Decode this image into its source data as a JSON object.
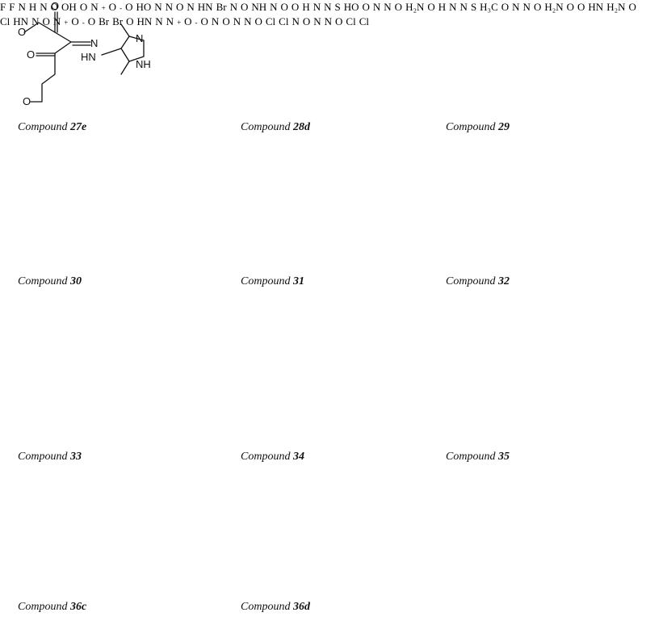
{
  "captions": [
    {
      "prefix": "Compound",
      "id": "27e"
    },
    {
      "prefix": "Compound",
      "id": "28d"
    },
    {
      "prefix": "Compound",
      "id": "29"
    },
    {
      "prefix": "Compound",
      "id": "30"
    },
    {
      "prefix": "Compound",
      "id": "31"
    },
    {
      "prefix": "Compound",
      "id": "32"
    },
    {
      "prefix": "Compound",
      "id": "33"
    },
    {
      "prefix": "Compound",
      "id": "34"
    },
    {
      "prefix": "Compound",
      "id": "35"
    },
    {
      "prefix": "Compound",
      "id": "36c"
    },
    {
      "prefix": "Compound",
      "id": "36d"
    }
  ],
  "atom_labels": {
    "c27e": {
      "o1": "O",
      "o2": "O",
      "o3": "O",
      "o4": "O",
      "n1": "N",
      "hn": "HN",
      "n2": "N",
      "nh": "NH"
    },
    "c28d": {
      "f1": "F",
      "f2": "F",
      "nh": "N",
      "h": "H",
      "n": "N",
      "o_amide": "O",
      "oh": "OH",
      "o_furan": "O",
      "n_nitro": "N",
      "o_nitro1": "O",
      "o_nitro2": "O"
    },
    "c29": {
      "ho": "HO",
      "n1": "N",
      "n2": "N",
      "o": "O",
      "n3": "N",
      "hn": "HN",
      "br": "Br"
    },
    "c30": {
      "n_py": "N",
      "o_amide": "O",
      "nh": "NH",
      "n": "N",
      "o1": "O",
      "o2": "O"
    },
    "c31": {
      "h": "H",
      "n1": "N",
      "n2": "N",
      "s": "S",
      "ho": "HO",
      "o1": "O",
      "n3": "N",
      "n4": "N",
      "o_ketone": "O",
      "h2n": "H₂N",
      "o_ring": "O"
    },
    "c32": {
      "h": "H",
      "n1": "N",
      "n2": "N",
      "s": "S",
      "h3c": "H₃C",
      "o1": "O",
      "n3": "N",
      "n4": "N",
      "o_ketone": "O",
      "h2n": "H₂N",
      "o_ring": "O"
    },
    "c33": {
      "o": "O",
      "hn": "HN",
      "h2n": "H₂N",
      "o_ring": "O"
    },
    "c34": {
      "cl": "Cl",
      "hn": "HN",
      "n": "N",
      "o": "O",
      "n_nitro": "N",
      "o_nitro1": "O",
      "o_nitro2": "O",
      "br": "Br"
    },
    "c35": {
      "br": "Br",
      "o": "O",
      "hn": "HN",
      "n": "N",
      "n_nitro": "N",
      "o_nitro1": "O",
      "o_nitro2": "O"
    },
    "c36c": {
      "n_py": "N",
      "o": "O",
      "n1": "N",
      "n2": "N",
      "o_ox": "O",
      "cl1": "Cl",
      "cl2": "Cl"
    },
    "c36d": {
      "n_py": "N",
      "o": "O",
      "n1": "N",
      "n2": "N",
      "o_ox": "O",
      "cl1": "Cl",
      "cl2": "Cl"
    }
  },
  "charges": {
    "plus": "+",
    "minus": "-"
  }
}
